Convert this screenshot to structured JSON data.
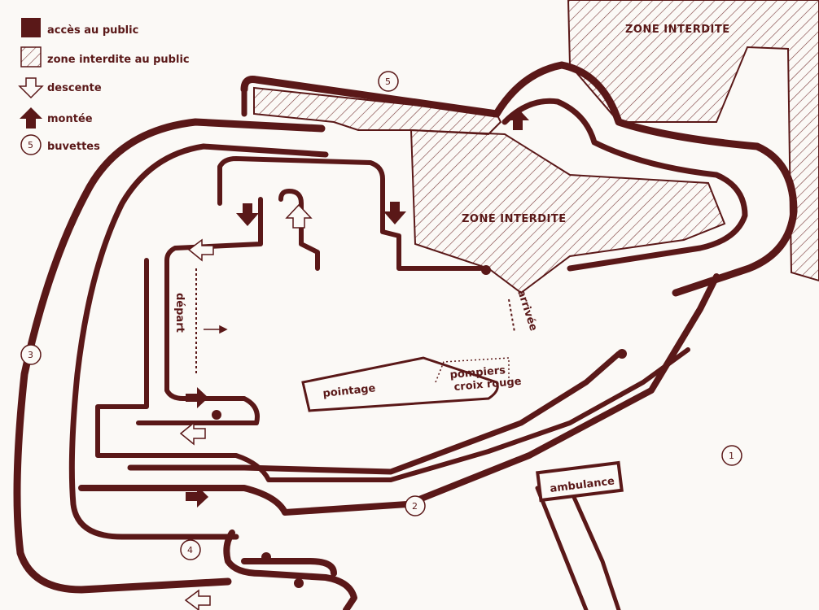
{
  "colors": {
    "track": "#5a1818",
    "paper": "#fbf9f6",
    "hatch": "#7a3a3a"
  },
  "legend": {
    "public_access": "accès au public",
    "forbidden_zone": "zone interdite au public",
    "descent": "descente",
    "climb": "montée",
    "refreshments": "buvettes",
    "refreshments_symbol": "5",
    "icons": [
      "solid-square-icon",
      "hatched-square-icon",
      "hollow-down-arrow-icon",
      "solid-up-arrow-icon",
      "circled-number-icon"
    ]
  },
  "zones": {
    "top_right": "ZONE INTERDITE",
    "center": "ZONE INTERDITE"
  },
  "areas": {
    "start": "départ",
    "finish": "arrivée",
    "checkpoint": "pointage",
    "firefighters": "pompiers",
    "red_cross": "croix rouge",
    "ambulance": "ambulance"
  },
  "markers": [
    "5",
    "3",
    "4",
    "2",
    "1"
  ]
}
